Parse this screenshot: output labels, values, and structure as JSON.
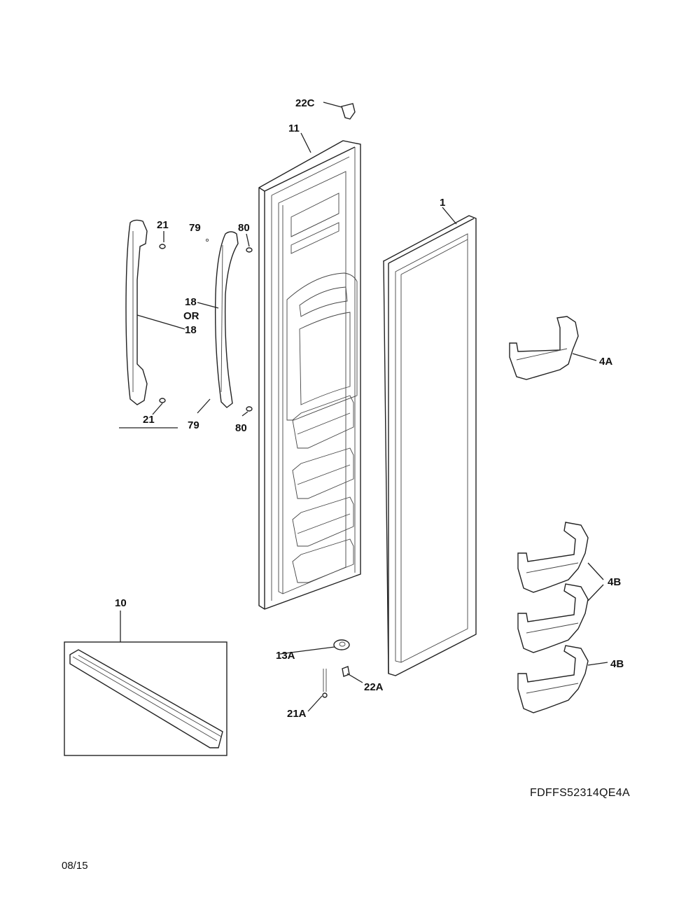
{
  "labels": {
    "l22c": "22C",
    "l11": "11",
    "l1": "1",
    "l21_top": "21",
    "l79_top": "79",
    "l80_top": "80",
    "l18_a": "18",
    "l_or": "OR",
    "l18_b": "18",
    "l4a": "4A",
    "l21_bot": "21",
    "l79_bot": "79",
    "l80_bot": "80",
    "l4b_top": "4B",
    "l4b_bot": "4B",
    "l10": "10",
    "l13a": "13A",
    "l22a": "22A",
    "l21a": "21A"
  },
  "footer": {
    "model": "FDFFS52314QE4A",
    "date": "08/15"
  }
}
